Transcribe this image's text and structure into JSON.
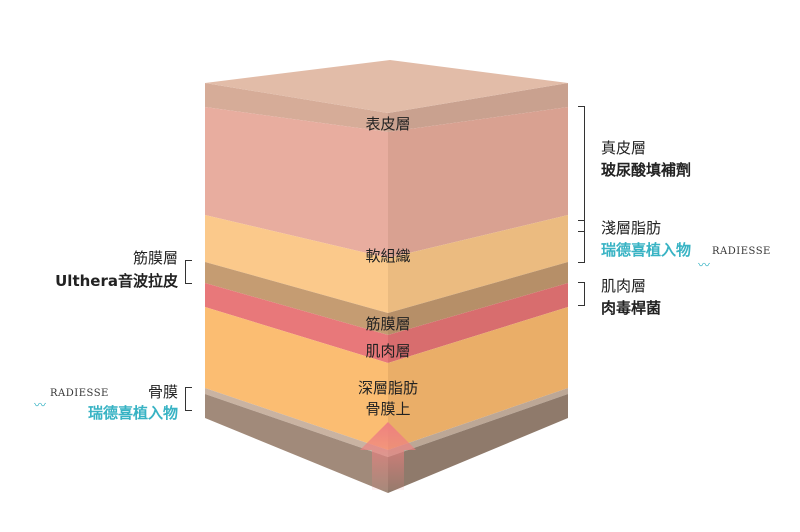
{
  "layers": [
    {
      "name": "top-surface",
      "left_color": "#e2bca8",
      "right_color": "#e2bca8"
    },
    {
      "name": "epidermis",
      "left_color": "#d6ac98",
      "right_color": "#c9a18f"
    },
    {
      "name": "dermis",
      "left_color": "#e8ad9f",
      "right_color": "#d9a191"
    },
    {
      "name": "soft-tissue",
      "left_color": "#fbc98b",
      "right_color": "#ebbb80"
    },
    {
      "name": "fascia",
      "left_color": "#c59c72",
      "right_color": "#b68f68"
    },
    {
      "name": "muscle",
      "left_color": "#e8787a",
      "right_color": "#d86d6e"
    },
    {
      "name": "deep-fat",
      "left_color": "#fbbd72",
      "right_color": "#eaae68"
    },
    {
      "name": "periosteum",
      "left_color": "#c9b3a2",
      "right_color": "#bca796"
    },
    {
      "name": "bone",
      "left_color": "#a18a7a",
      "right_color": "#8f7a6b"
    }
  ],
  "cube_labels": {
    "epidermis": "表皮層",
    "soft_tissue": "軟組織",
    "fascia": "筋膜層",
    "muscle": "肌肉層",
    "deep_fat_line1": "深層脂肪",
    "deep_fat_line2": "骨膜上"
  },
  "right_annotations": [
    {
      "title": "真皮層",
      "treatment": "玻尿酸填補劑"
    },
    {
      "title": "淺層脂肪",
      "treatment": "瑞德喜植入物",
      "logo": "RADIESSE"
    },
    {
      "title": "肌肉層",
      "treatment": "肉毒桿菌"
    }
  ],
  "left_annotations": [
    {
      "title": "筋膜層",
      "treatment": "Ulthera音波拉皮"
    },
    {
      "title": "骨膜",
      "treatment": "瑞德喜植入物",
      "logo": "RADIESSE"
    }
  ],
  "colors": {
    "accent": "#38b3c4",
    "arrow": "#ee8080"
  }
}
